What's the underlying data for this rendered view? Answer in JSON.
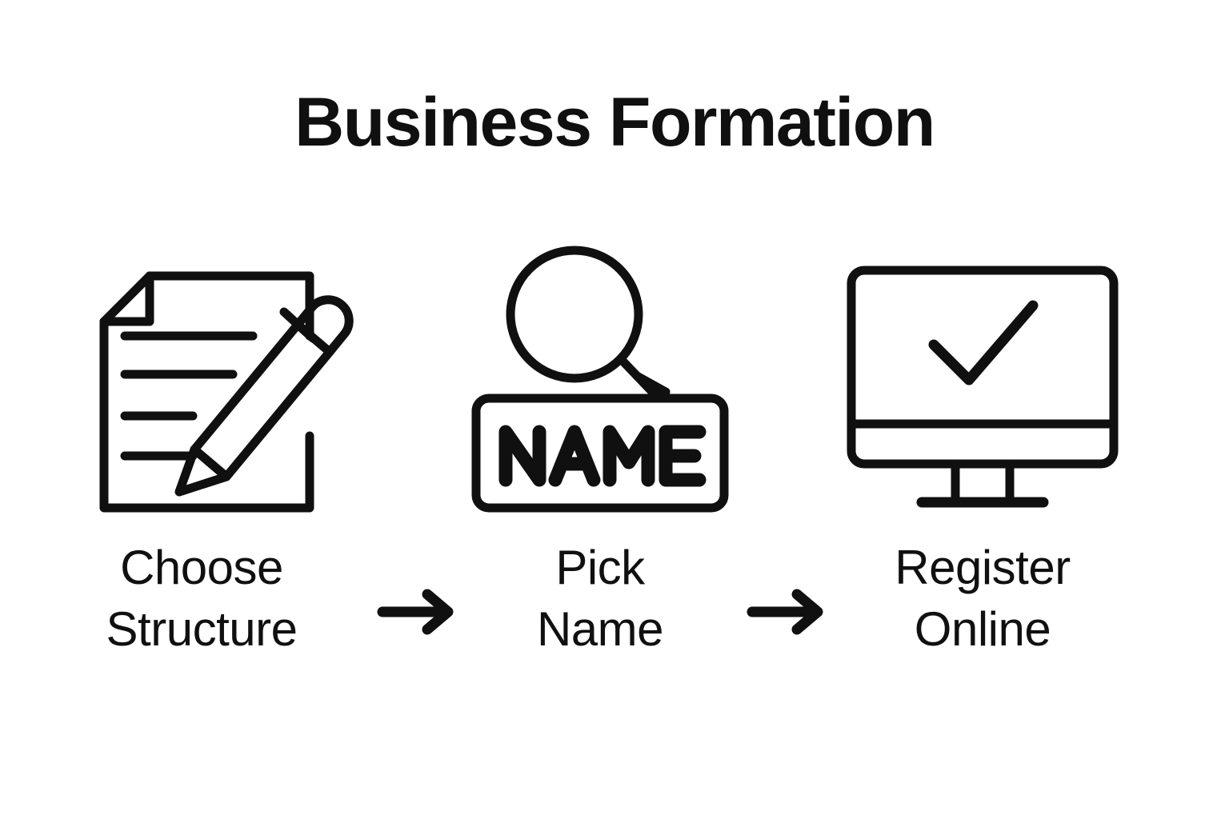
{
  "title": "Business Formation",
  "theme": {
    "background": "#ffffff",
    "ink": "#101010",
    "stroke_width": 11
  },
  "steps": [
    {
      "id": "choose-structure",
      "icon": "document-with-pencil-icon",
      "label_line1": "Choose",
      "label_line2": "Structure"
    },
    {
      "id": "pick-name",
      "icon": "magnifier-over-nameplate-icon",
      "nameplate_text": "NAME",
      "label_line1": "Pick",
      "label_line2": "Name"
    },
    {
      "id": "register-online",
      "icon": "monitor-with-checkmark-icon",
      "label_line1": "Register",
      "label_line2": "Online"
    }
  ],
  "connectors": [
    {
      "id": "arrow-1",
      "icon": "arrow-right-icon"
    },
    {
      "id": "arrow-2",
      "icon": "arrow-right-icon"
    }
  ]
}
